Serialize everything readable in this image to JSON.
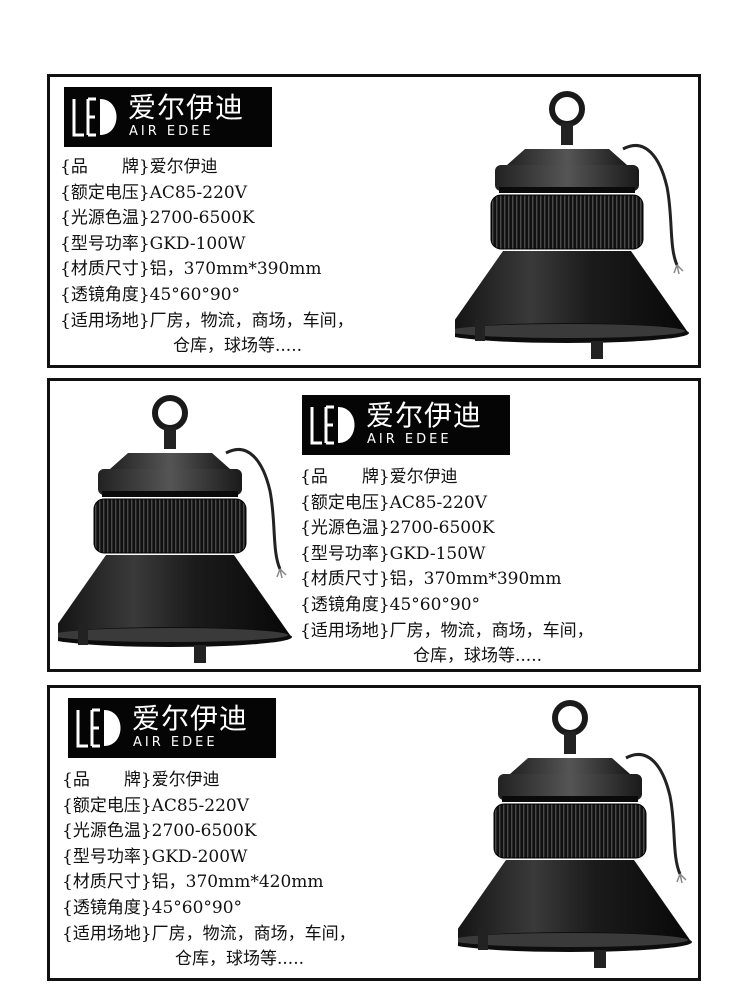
{
  "brand": {
    "logo_mark": "LED",
    "name_cn": "爱尔伊迪",
    "name_en": "AIR EDEE"
  },
  "panels": [
    {
      "specs": [
        {
          "label": "{品　　牌}",
          "value": "爱尔伊迪"
        },
        {
          "label": "{额定电压}",
          "value": "AC85-220V"
        },
        {
          "label": "{光源色温}",
          "value": "2700-6500K"
        },
        {
          "label": "{型号功率}",
          "value": "GKD-100W"
        },
        {
          "label": "{材质尺寸}",
          "value": "铝，370mm*390mm"
        },
        {
          "label": "{透镜角度}",
          "value": "45°60°90°"
        },
        {
          "label": "{适用场地}",
          "value": "厂房，物流，商场，车间，"
        }
      ],
      "continuation": "仓库，球场等....."
    },
    {
      "specs": [
        {
          "label": "{品　　牌}",
          "value": "爱尔伊迪"
        },
        {
          "label": "{额定电压}",
          "value": "AC85-220V"
        },
        {
          "label": "{光源色温}",
          "value": "2700-6500K"
        },
        {
          "label": "{型号功率}",
          "value": "GKD-150W"
        },
        {
          "label": "{材质尺寸}",
          "value": "铝，370mm*390mm"
        },
        {
          "label": "{透镜角度}",
          "value": "45°60°90°"
        },
        {
          "label": "{适用场地}",
          "value": "厂房，物流，商场，车间，"
        }
      ],
      "continuation": "仓库，球场等....."
    },
    {
      "specs": [
        {
          "label": "{品　　牌}",
          "value": "爱尔伊迪"
        },
        {
          "label": "{额定电压}",
          "value": "AC85-220V"
        },
        {
          "label": "{光源色温}",
          "value": "2700-6500K"
        },
        {
          "label": "{型号功率}",
          "value": "GKD-200W"
        },
        {
          "label": "{材质尺寸}",
          "value": "铝，370mm*420mm"
        },
        {
          "label": "{透镜角度}",
          "value": "45°60°90°"
        },
        {
          "label": "{适用场地}",
          "value": "厂房，物流，商场，车间，"
        }
      ],
      "continuation": "仓库，球场等....."
    }
  ],
  "product_image_icon": "highbay-lamp-icon"
}
